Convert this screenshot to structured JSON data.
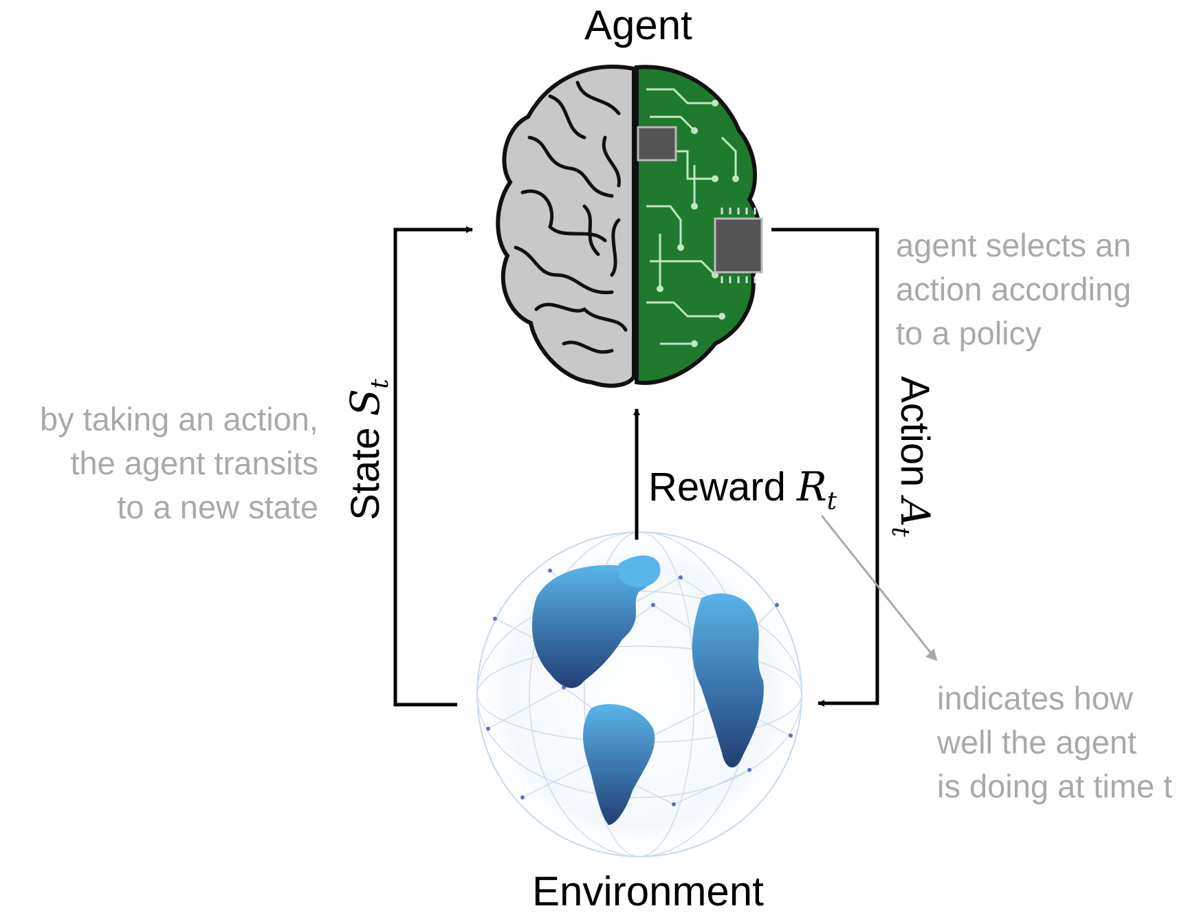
{
  "agent_label": "Agent",
  "environment_label": "Environment",
  "state": {
    "word": "State",
    "symbol": "S",
    "subscript": "t"
  },
  "action": {
    "word": "Action",
    "symbol": "A",
    "subscript": "t"
  },
  "reward": {
    "word": "Reward",
    "symbol": "R",
    "subscript": "t"
  },
  "notes": {
    "state": [
      "by taking an action,",
      "the agent transits",
      "to a new state"
    ],
    "action": [
      "agent selects an",
      "action according",
      "to a policy"
    ],
    "reward": [
      "indicates how",
      "well the agent",
      "is doing at time t"
    ]
  },
  "colors": {
    "arrow": "#000000",
    "note_text": "#a9a9a9",
    "pointer_line": "#a9a9a9",
    "brain_left": "#c8c8c8",
    "brain_right_circuit": "#1f7a2e",
    "globe_land": "#2f5f9e",
    "globe_ocean_light": "#e6f2fb"
  },
  "icons": {
    "agent": "brain-half-circuit-icon",
    "environment": "earth-globe-network-icon"
  }
}
